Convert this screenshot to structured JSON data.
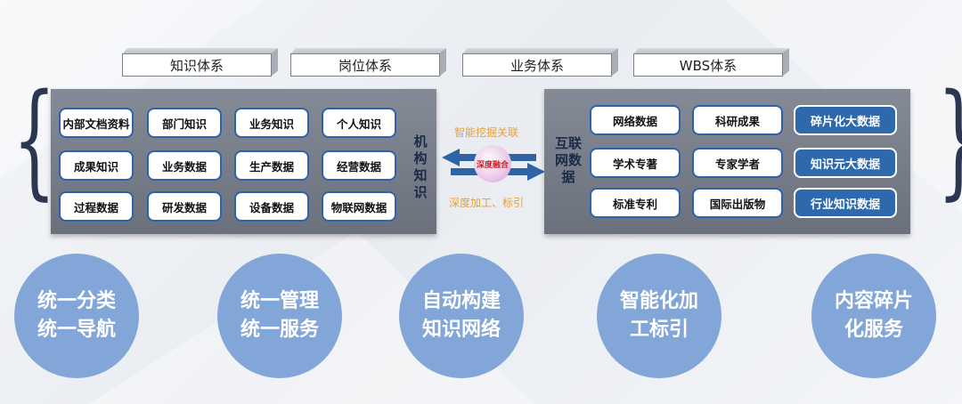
{
  "top_boxes": [
    "知识体系",
    "岗位体系",
    "业务体系",
    "WBS体系"
  ],
  "left_panel": {
    "label": "机构知识",
    "cells": [
      [
        "内部文档资料",
        "部门知识",
        "业务知识",
        "个人知识"
      ],
      [
        "成果知识",
        "业务数据",
        "生产数据",
        "经营数据"
      ],
      [
        "过程数据",
        "研发数据",
        "设备数据",
        "物联网数据"
      ]
    ]
  },
  "right_panel": {
    "label": "互联网数据",
    "cells": [
      [
        "网络数据",
        "科研成果",
        "碎片化大数据"
      ],
      [
        "学术专著",
        "专家学者",
        "知识元大数据"
      ],
      [
        "标准专利",
        "国际出版物",
        "行业知识数据"
      ]
    ]
  },
  "middle": {
    "top_text": "智能挖掘关联",
    "center_text": "深度融合",
    "bottom_text": "深度加工、标引"
  },
  "circles": [
    [
      "统一分类",
      "统一导航"
    ],
    [
      "统一管理",
      "统一服务"
    ],
    [
      "自动构建",
      "知识网络"
    ],
    [
      "智能化加",
      "工标引"
    ],
    [
      "内容碎片",
      "化服务"
    ]
  ],
  "colors": {
    "panel": "#787e89",
    "cell_border": "#2f63a8",
    "highlight_cell": "#2f69ad",
    "circle": "#82a6d8",
    "arrow": "#2f63a8",
    "middle_text": "#e8a030",
    "fuse_text": "#d02020"
  }
}
